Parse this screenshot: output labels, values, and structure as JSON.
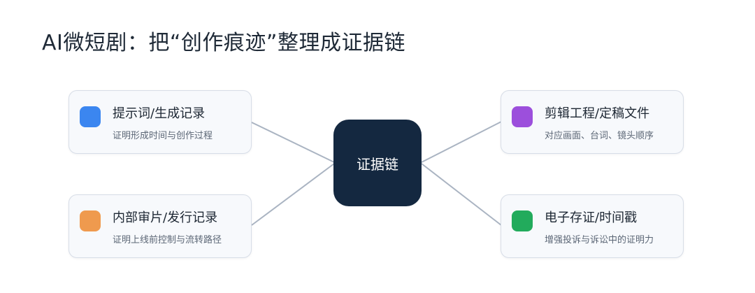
{
  "title": "AI微短剧：把“创作痕迹”整理成证据链",
  "center": {
    "label": "证据链"
  },
  "cards": [
    {
      "title": "提示词/生成记录",
      "subtitle": "证明形成时间与创作过程",
      "color": "#3b86f0"
    },
    {
      "title": "剪辑工程/定稿文件",
      "subtitle": "对应画面、台词、镜头顺序",
      "color": "#9c4fdc"
    },
    {
      "title": "内部审片/发行记录",
      "subtitle": "证明上线前控制与流转路径",
      "color": "#ef9a4e"
    },
    {
      "title": "电子存证/时间戳",
      "subtitle": "增强投诉与诉讼中的证明力",
      "color": "#22ab5c"
    }
  ],
  "colors": {
    "center_bg": "#142840",
    "connector": "#aab4c2"
  }
}
